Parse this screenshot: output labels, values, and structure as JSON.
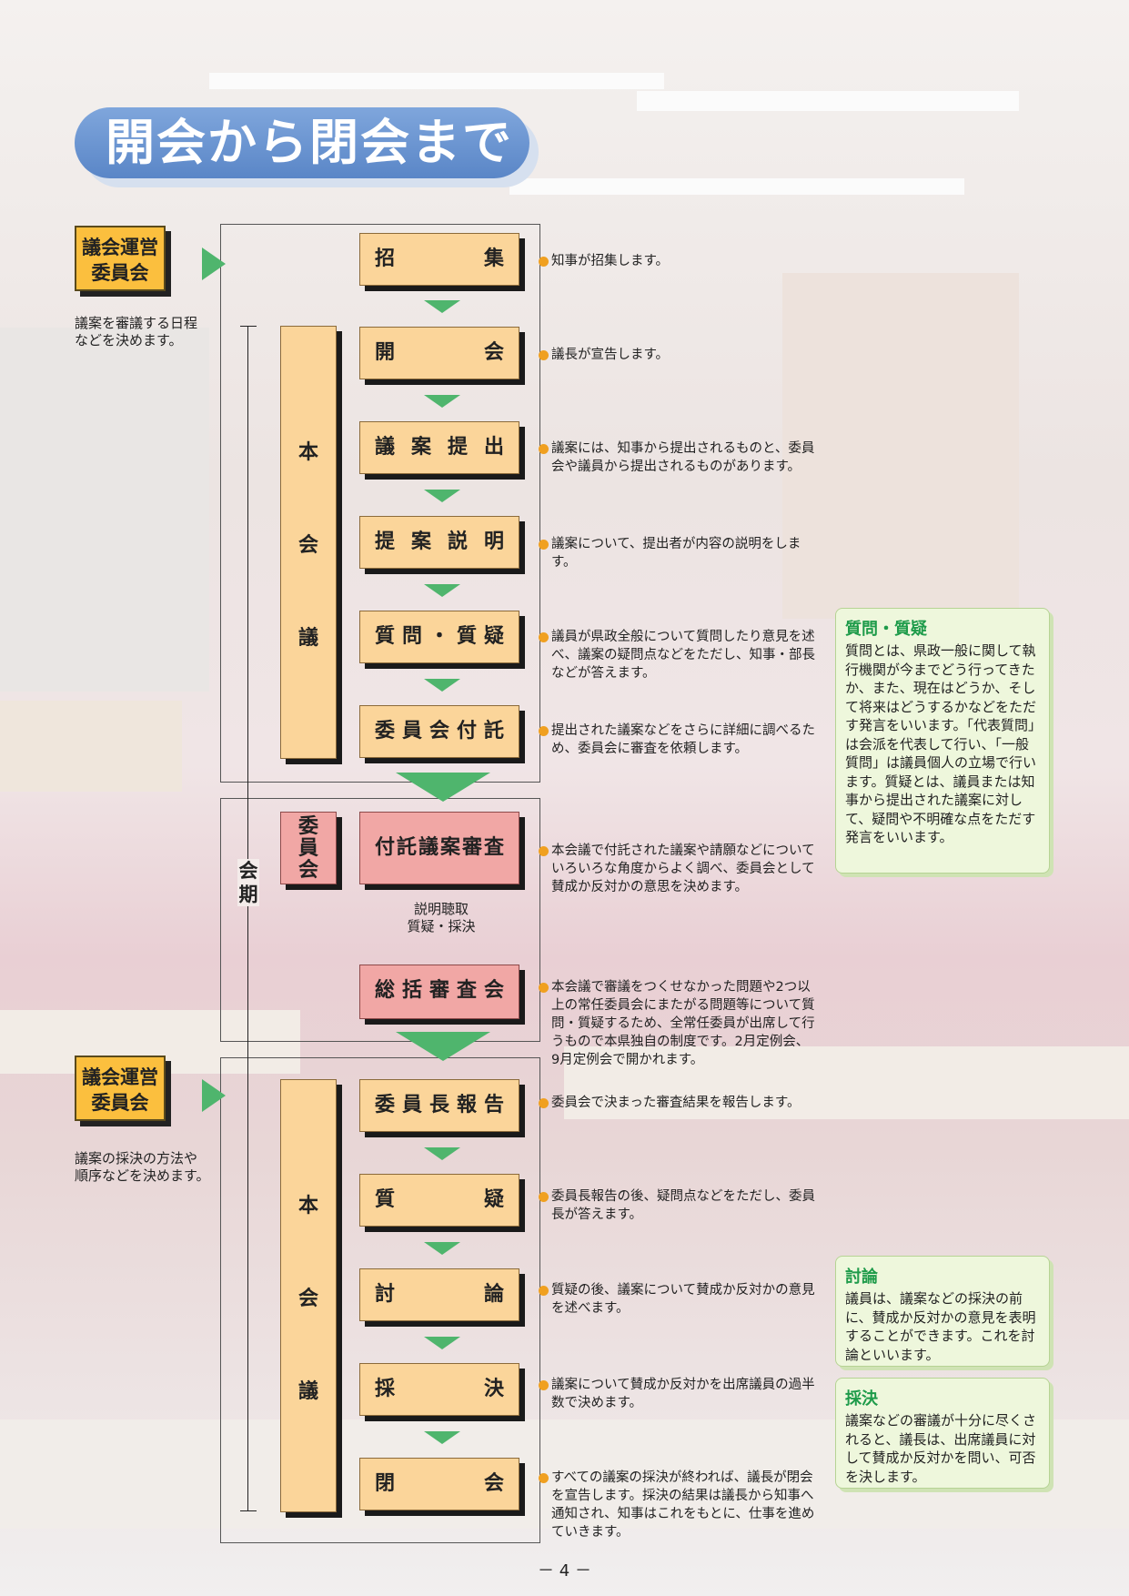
{
  "title": "開会から閉会まで",
  "committee": [
    {
      "label_line1": "議会運営",
      "label_line2": "委員会",
      "note_line1": "議案を審議する日程",
      "note_line2": "などを決めます。"
    },
    {
      "label_line1": "議会運営",
      "label_line2": "委員会",
      "note_line1": "議案の採決の方法や",
      "note_line2": "順序などを決めます。"
    }
  ],
  "plenary_label": [
    "本",
    "会",
    "議"
  ],
  "committee_label": [
    "委",
    "員",
    "会"
  ],
  "period_label": [
    "会",
    "期"
  ],
  "steps": [
    {
      "label": "招集",
      "desc": "知事が招集します。"
    },
    {
      "label": "開会",
      "desc": "議長が宣告します。"
    },
    {
      "label": "議案提出",
      "desc": "議案には、知事から提出されるものと、委員会や議員から提出されるものがあります。"
    },
    {
      "label": "提案説明",
      "desc": "議案について、提出者が内容の説明をします。"
    },
    {
      "label": "質問・質疑",
      "desc": "議員が県政全般について質問したり意見を述べ、議案の疑問点などをただし、知事・部長などが答えます。"
    },
    {
      "label": "委員会付託",
      "desc": "提出された議案などをさらに詳細に調べるため、委員会に審査を依頼します。"
    },
    {
      "label": "付託議案審査",
      "desc": "本会議で付託された議案や請願などについていろいろな角度からよく調べ、委員会として賛成か反対かの意思を決めます。"
    },
    {
      "label": "総括審査会",
      "desc": "本会議で審議をつくせなかった問題や2つ以上の常任委員会にまたがる問題等について質問・質疑するため、全常任委員が出席して行うもので本県独自の制度です。2月定例会、9月定例会で開かれます。"
    },
    {
      "label": "委員長報告",
      "desc": "委員会で決まった審査結果を報告します。"
    },
    {
      "label": "質疑",
      "desc": "委員長報告の後、疑問点などをただし、委員長が答えます。"
    },
    {
      "label": "討論",
      "desc": "質疑の後、議案について賛成か反対かの意見を述べます。"
    },
    {
      "label": "採決",
      "desc": "議案について賛成か反対かを出席議員の過半数で決めます。"
    },
    {
      "label": "閉会",
      "desc": "すべての議案の採決が終われば、議長が閉会を宣告します。採決の結果は議長から知事へ通知され、知事はこれをもとに、仕事を進めていきます。"
    }
  ],
  "sub_note_line1": "説明聴取",
  "sub_note_line2": "質疑・採決",
  "glossary": [
    {
      "term": "質問・質疑",
      "text": "質問とは、県政一般に関して執行機関が今までどう行ってきたか、また、現在はどうか、そして将来はどうするかなどをただす発言をいいます。「代表質問」は会派を代表して行い、「一般質問」は議員個人の立場で行います。質疑とは、議員または知事から提出された議案に対して、疑問や不明確な点をただす発言をいいます。"
    },
    {
      "term": "討論",
      "text": "議員は、議案などの採決の前に、賛成か反対かの意見を表明することができます。これを討論といいます。"
    },
    {
      "term": "採決",
      "text": "議案などの審議が十分に尽くされると、議長は、出席議員に対して賛成か反対かを問い、可否を決します。"
    }
  ],
  "page_number": "－ 4 －",
  "colors": {
    "step": "#fbd59a",
    "committee_step": "#f1a7a5",
    "accent_orange": "#fbbf3e",
    "arrow_green": "#4fb56d",
    "title_blue": "#5a86c7"
  }
}
